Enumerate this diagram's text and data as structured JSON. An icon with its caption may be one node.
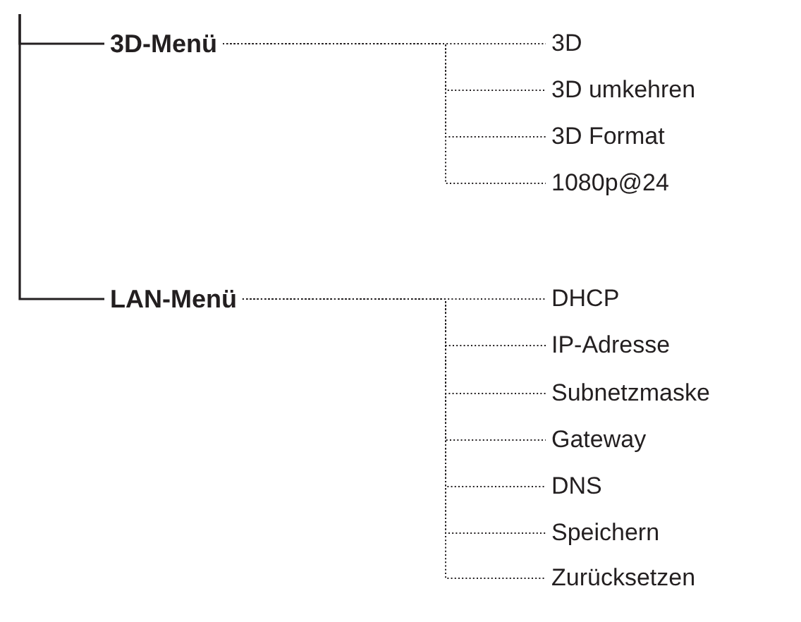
{
  "diagram": {
    "nodes": [
      {
        "text": [
          "3D-Menü"
        ]
      },
      {
        "text": [
          "3D"
        ]
      },
      {
        "text": [
          "3D umkehren"
        ]
      },
      {
        "text": [
          "3D Format"
        ]
      },
      {
        "text": [
          "1080p@24"
        ]
      },
      {
        "text": [
          "LAN-Menü"
        ]
      },
      {
        "text": [
          "DHCP"
        ]
      },
      {
        "text": [
          "IP-Adresse"
        ]
      },
      {
        "text": [
          "Subnetzmaske"
        ]
      },
      {
        "text": [
          "Gateway"
        ]
      },
      {
        "text": [
          "DNS"
        ]
      },
      {
        "text": [
          "Speichern"
        ]
      },
      {
        "text": [
          "Zurücksetzen"
        ]
      }
    ],
    "edges": [
      {
        "from": null,
        "to": 0,
        "arrow": "none"
      },
      {
        "from": null,
        "to": 5,
        "arrow": "none"
      },
      {
        "from": 0,
        "to": 1,
        "arrow": "none",
        "style": "dashed"
      },
      {
        "from": 0,
        "to": 2,
        "arrow": "none",
        "style": "dashed"
      },
      {
        "from": 0,
        "to": 3,
        "arrow": "none",
        "style": "dashed"
      },
      {
        "from": 0,
        "to": 4,
        "arrow": "none",
        "style": "dashed"
      },
      {
        "from": 5,
        "to": 6,
        "arrow": "none",
        "style": "dashed"
      },
      {
        "from": 5,
        "to": 7,
        "arrow": "none",
        "style": "dashed"
      },
      {
        "from": 5,
        "to": 8,
        "arrow": "none",
        "style": "dashed"
      },
      {
        "from": 5,
        "to": 9,
        "arrow": "none",
        "style": "dashed"
      },
      {
        "from": 5,
        "to": 10,
        "arrow": "none",
        "style": "dashed"
      },
      {
        "from": 5,
        "to": 11,
        "arrow": "none",
        "style": "dashed"
      },
      {
        "from": 5,
        "to": 12,
        "arrow": "none",
        "style": "dashed"
      }
    ]
  }
}
